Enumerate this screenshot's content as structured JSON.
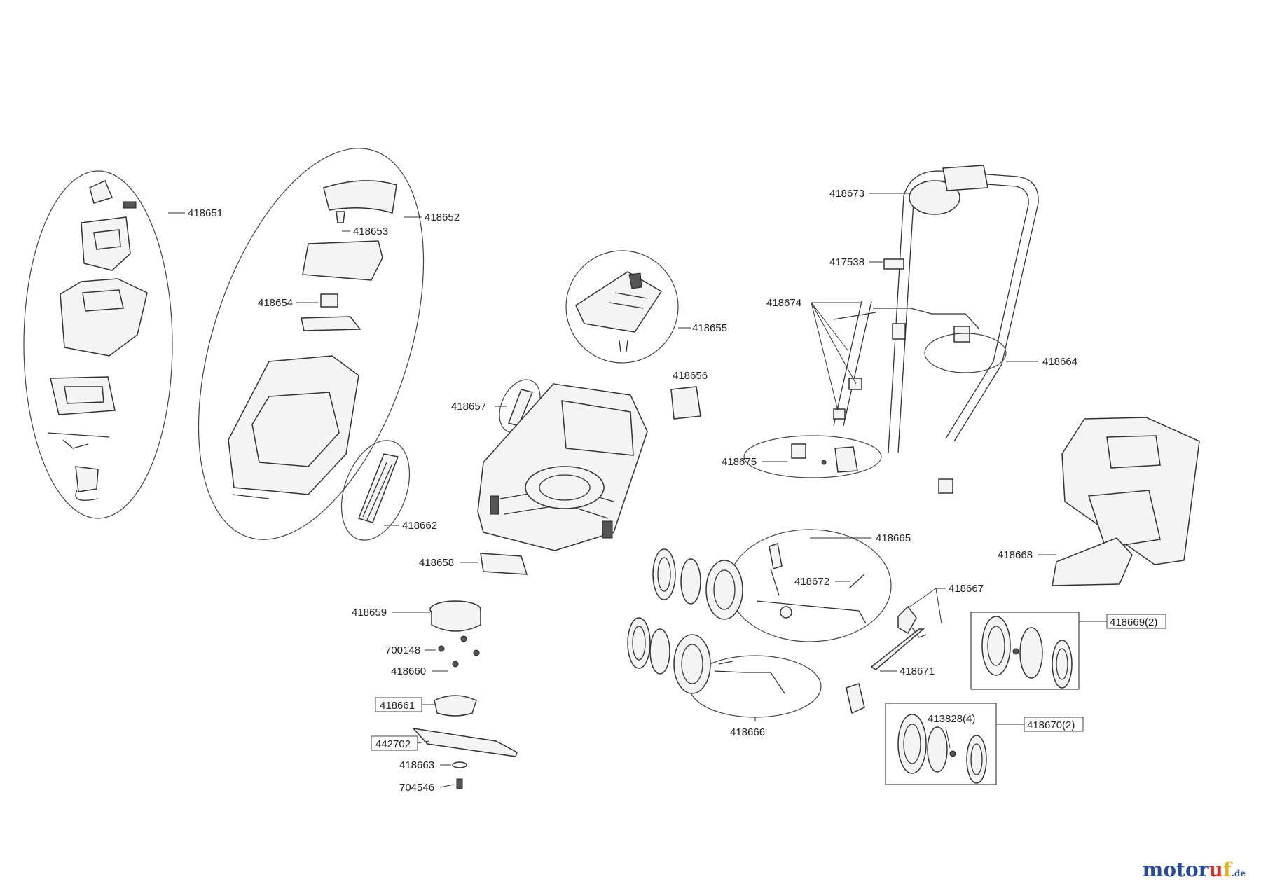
{
  "parts": {
    "p418651": "418651",
    "p418652": "418652",
    "p418653": "418653",
    "p418654": "418654",
    "p418655": "418655",
    "p418656": "418656",
    "p418657": "418657",
    "p418658": "418658",
    "p418659": "418659",
    "p700148": "700148",
    "p418660": "418660",
    "p418661": "418661",
    "p442702": "442702",
    "p418663": "418663",
    "p704546": "704546",
    "p418662": "418662",
    "p418673": "418673",
    "p417538": "417538",
    "p418674": "418674",
    "p418664": "418664",
    "p418675": "418675",
    "p418665": "418665",
    "p418672": "418672",
    "p418667": "418667",
    "p418668": "418668",
    "p418669": "418669(2)",
    "p418671": "418671",
    "p418666": "418666",
    "p413828": "413828(4)",
    "p418670": "418670(2)"
  },
  "watermark": {
    "name": "motoruf",
    "tld": ".de",
    "colors": {
      "blue": "#2a4a9c",
      "red": "#d8312c",
      "gold": "#e9b21a"
    }
  }
}
